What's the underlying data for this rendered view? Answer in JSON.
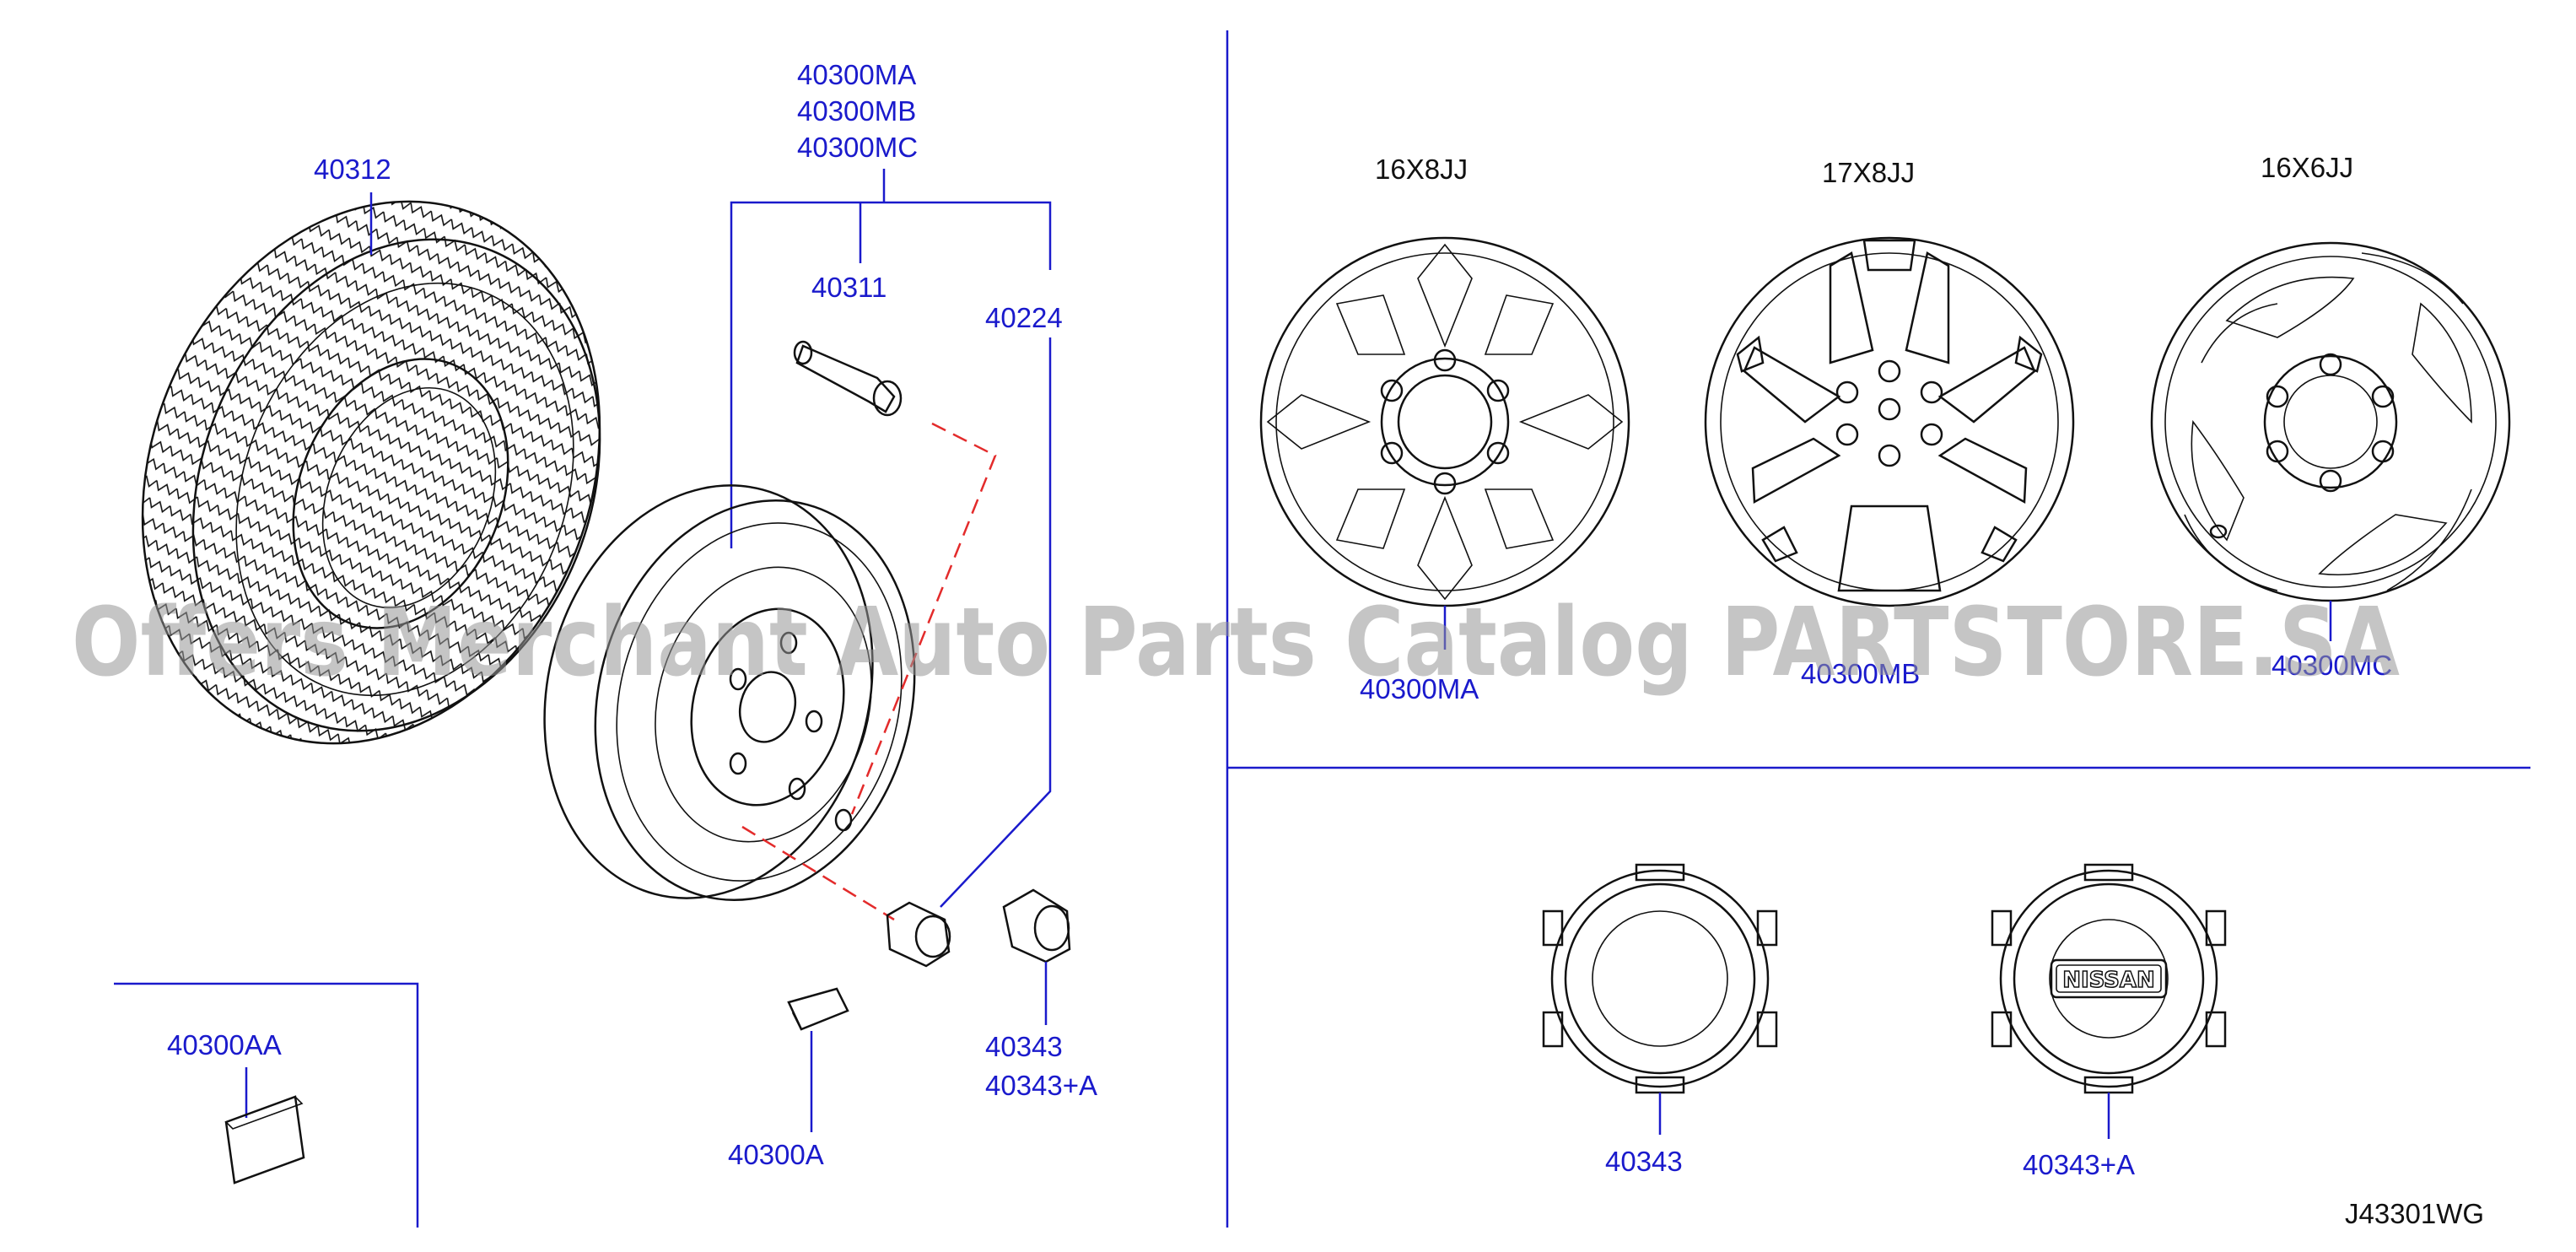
{
  "diagram": {
    "code": "J43301WG",
    "watermark": "Offers Merchant Auto Parts Catalog PARTSTORE.SA",
    "parts": {
      "tire": "40312",
      "wheel_group": [
        "40300MA",
        "40300MB",
        "40300MC"
      ],
      "valve": "40311",
      "nut": "40224",
      "cap_a": "40343",
      "cap_b": "40343+A",
      "weight_a": "40300A",
      "weight_aa": "40300AA"
    },
    "wheels": [
      {
        "size": "16X8JJ",
        "part": "40300MA"
      },
      {
        "size": "17X8JJ",
        "part": "40300MB"
      },
      {
        "size": "16X6JJ",
        "part": "40300MC"
      }
    ],
    "caps": [
      {
        "part": "40343"
      },
      {
        "part": "40343+A",
        "logo": "NISSAN"
      }
    ]
  }
}
